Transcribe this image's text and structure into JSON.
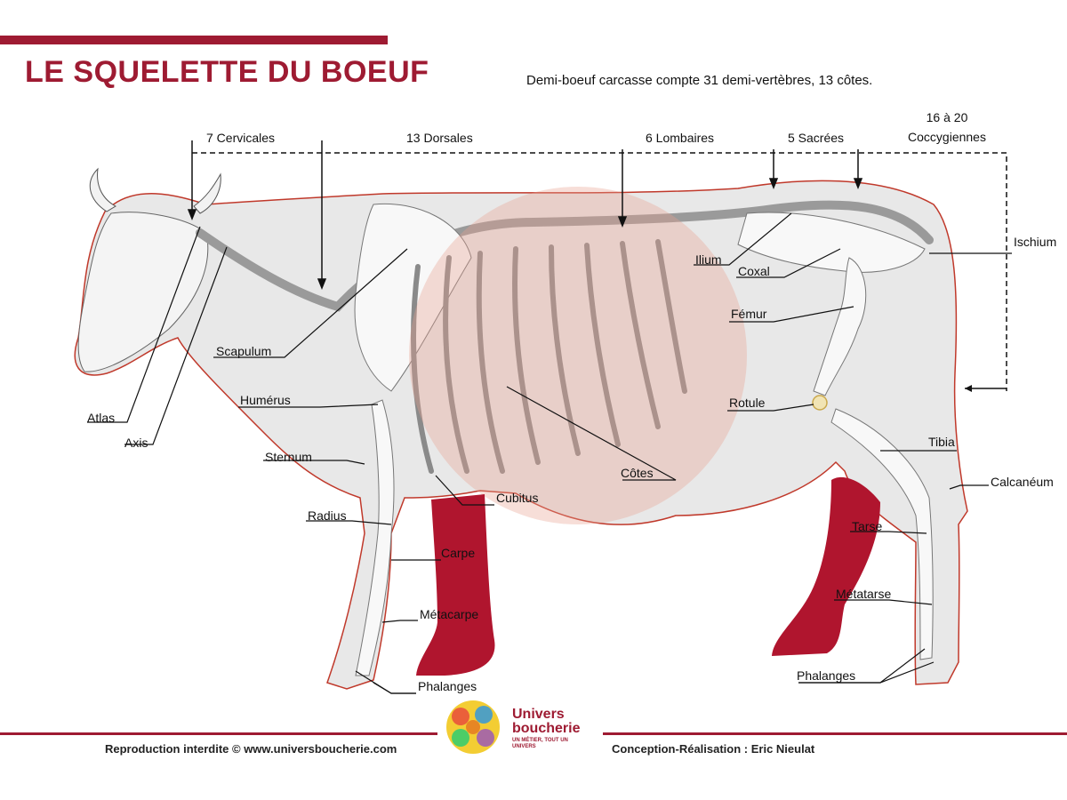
{
  "header": {
    "title": "LE SQUELETTE DU BOEUF",
    "subtitle": "Demi-boeuf carcasse compte 31 demi-vertèbres, 13 côtes."
  },
  "vertebrae": {
    "cervicales": "7 Cervicales",
    "dorsales": "13 Dorsales",
    "lombaires": "6 Lombaires",
    "sacrees": "5 Sacrées",
    "coccygiennes_count": "16 à 20",
    "coccygiennes": "Coccygiennes"
  },
  "bones": {
    "atlas": "Atlas",
    "axis": "Axis",
    "scapulum": "Scapulum",
    "humerus": "Humérus",
    "sternum": "Sternum",
    "radius": "Radius",
    "cubitus": "Cubitus",
    "carpe": "Carpe",
    "metacarpe": "Métacarpe",
    "phalanges_front": "Phalanges",
    "cotes": "Côtes",
    "ilium": "Ilium",
    "coxal": "Coxal",
    "femur": "Fémur",
    "rotule": "Rotule",
    "ischium": "Ischium",
    "tibia": "Tibia",
    "calcaneum": "Calcanéum",
    "tarse": "Tarse",
    "metatarse": "Métatarse",
    "phalanges_rear": "Phalanges"
  },
  "footer": {
    "copyright": "Reproduction interdite © www.universboucherie.com",
    "credit": "Conception-Réalisation : Eric Nieulat",
    "logo_line1": "Univers",
    "logo_line2": "boucherie",
    "logo_tagline": "UN MÉTIER, TOUT UN UNIVERS"
  },
  "colors": {
    "accent": "#9e1b32",
    "body_fill": "#e8e8e8",
    "highlight_leg": "#b0152e",
    "outline": "#c0392b"
  }
}
